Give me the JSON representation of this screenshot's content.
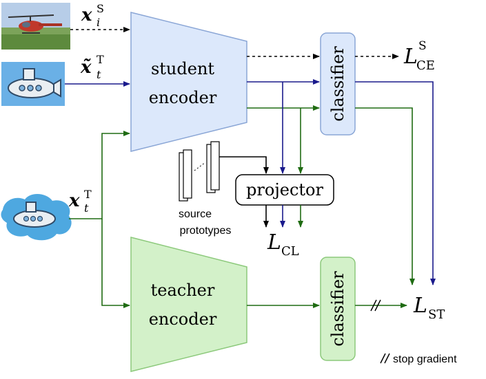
{
  "inputs": {
    "source_label": "x",
    "source_sub": "i",
    "source_sup": "S",
    "target_aug_label": "x̃",
    "target_aug_sub": "t",
    "target_aug_sup": "T",
    "target_label": "x",
    "target_sub": "t",
    "target_sup": "T"
  },
  "student": {
    "line1": "student",
    "line2": "encoder"
  },
  "teacher": {
    "line1": "teacher",
    "line2": "encoder"
  },
  "classifier_top": "classifier",
  "classifier_bottom": "classifier",
  "projector": "projector",
  "prototypes": {
    "line1": "source",
    "line2": "prototypes"
  },
  "losses": {
    "ce": "L",
    "ce_sub": "CE",
    "ce_sup": "S",
    "cl": "L",
    "cl_sub": "CL",
    "st": "L",
    "st_sub": "ST"
  },
  "legend": {
    "stop_gradient_symbol": "⫽",
    "stop_gradient": "stop gradient"
  },
  "colors": {
    "student_fill": "#dce8fb",
    "student_stroke": "#8aa6d6",
    "teacher_fill": "#d3f1c9",
    "teacher_stroke": "#8cc97b",
    "blue": "#1a1a8c",
    "green": "#1f6b12",
    "black": "#000000"
  }
}
